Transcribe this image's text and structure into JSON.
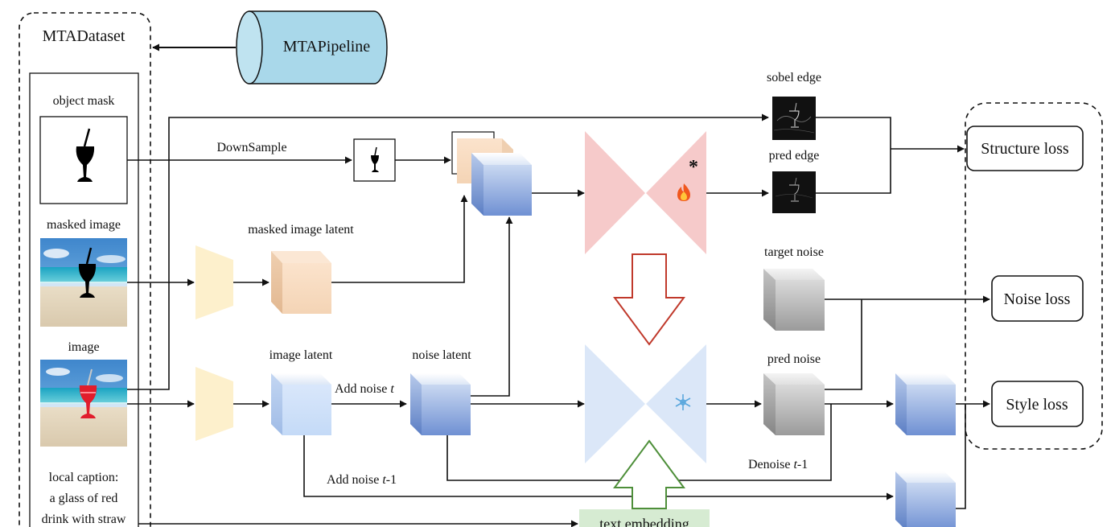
{
  "dataset": {
    "title": "MTADataset",
    "object_mask_label": "object mask",
    "masked_image_label": "masked image",
    "image_label": "image",
    "caption_line1": "local caption:",
    "caption_line2": "a glass of red",
    "caption_line3": "drink with straw"
  },
  "pipeline": {
    "label": "MTAPipeline"
  },
  "flow": {
    "downsample": "DownSample",
    "masked_image_latent": "masked image latent",
    "image_latent": "image latent",
    "noise_latent": "noise latent",
    "add_noise_t": "Add noise ",
    "add_noise_t_var": "t",
    "add_noise_t1": "Add noise ",
    "add_noise_t1_var": "t",
    "add_noise_t1_suffix": "-1",
    "denoise_t1": "Denoise ",
    "denoise_t1_var": "t",
    "denoise_t1_suffix": "-1",
    "text_embedding": "text embedding"
  },
  "outputs": {
    "sobel_edge": "sobel edge",
    "pred_edge": "pred edge",
    "target_noise": "target noise",
    "pred_noise": "pred noise"
  },
  "losses": {
    "structure": "Structure loss",
    "noise": "Noise loss",
    "style": "Style loss"
  },
  "markers": {
    "star": "*",
    "flame_icon": "flame-icon",
    "snowflake_icon": "snowflake-icon"
  },
  "colors": {
    "unet_trainable": "#f6caca",
    "unet_frozen": "#dbe7f8",
    "pipeline": "#a9d8ea",
    "encoder": "#fdf0cc",
    "masked_latent": "#f6dcc2",
    "blue_latent": "#7e9ed8",
    "gray_latent": "#c4c4c4",
    "text_embedding": "#d6ebd2",
    "down_arrow": "#c0392b",
    "up_arrow": "#4e8f3a"
  }
}
